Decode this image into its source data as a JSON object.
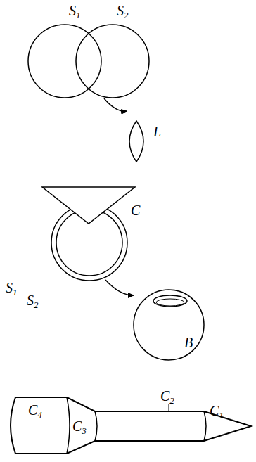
{
  "diagram": {
    "labels": [
      "S1",
      "S2",
      "L",
      "C",
      "S1",
      "S2",
      "B",
      "C4",
      "C3",
      "C2",
      "C1"
    ]
  }
}
